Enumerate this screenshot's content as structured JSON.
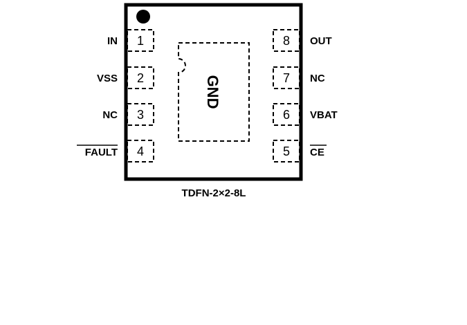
{
  "package": {
    "name": "TDFN-2×2-8L",
    "exposed_pad_label": "GND",
    "pin1_marker": "filled-dot"
  },
  "pins_left": [
    {
      "number": "1",
      "label": "IN",
      "overbar": false
    },
    {
      "number": "2",
      "label": "VSS",
      "overbar": false
    },
    {
      "number": "3",
      "label": "NC",
      "overbar": false
    },
    {
      "number": "4",
      "label": "FAULT",
      "overbar": true
    }
  ],
  "pins_right": [
    {
      "number": "8",
      "label": "OUT",
      "overbar": false
    },
    {
      "number": "7",
      "label": "NC",
      "overbar": false
    },
    {
      "number": "6",
      "label": "VBAT",
      "overbar": false
    },
    {
      "number": "5",
      "label": "CE",
      "overbar": true
    }
  ]
}
